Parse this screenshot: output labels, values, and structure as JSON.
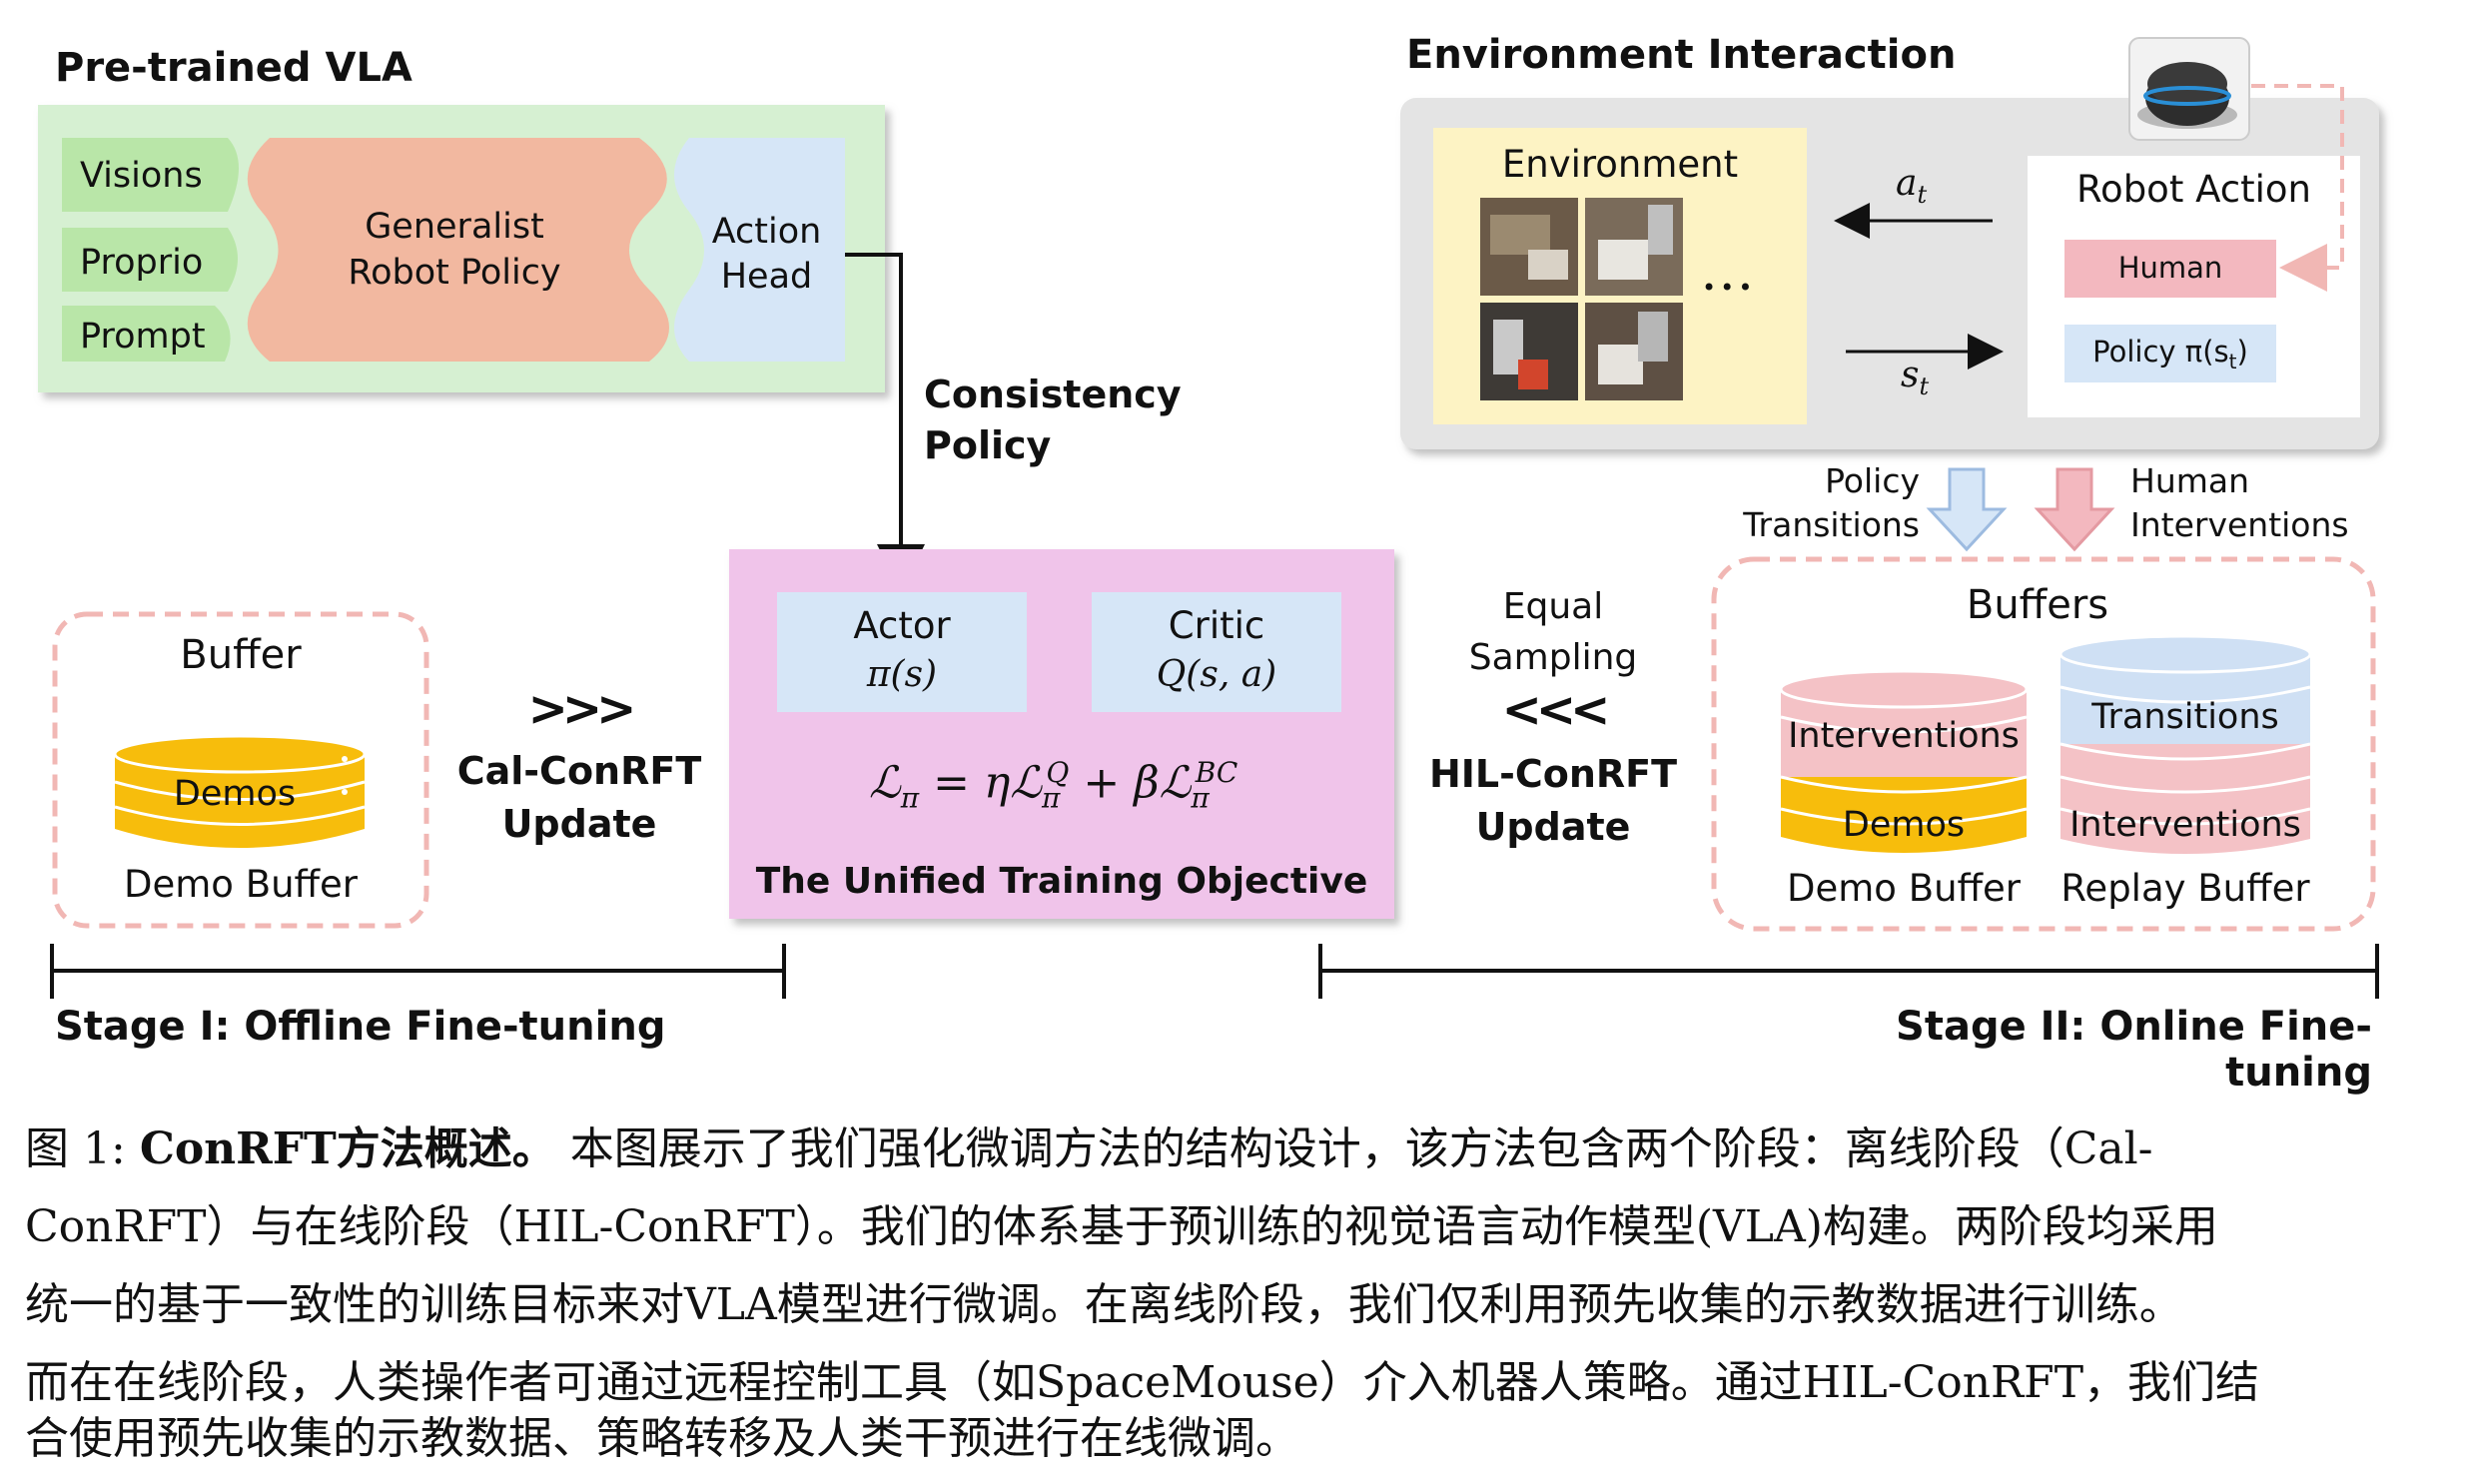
{
  "vla": {
    "title": "Pre-trained VLA",
    "inputs": [
      "Visions",
      "Proprio",
      "Prompt"
    ],
    "policy_line1": "Generalist",
    "policy_line2": "Robot Policy",
    "head_line1": "Action",
    "head_line2": "Head"
  },
  "consistency": {
    "line1": "Consistency",
    "line2": "Policy"
  },
  "env": {
    "title": "Environment Interaction",
    "environment_label": "Environment",
    "ellipsis": "•••",
    "action_symbol": "a",
    "action_sub": "t",
    "state_symbol": "s",
    "state_sub": "t",
    "robot_action_title": "Robot Action",
    "human_label": "Human",
    "policy_label": "Policy π(s",
    "policy_sub": "t",
    "policy_close": ")"
  },
  "flow": {
    "policy_transitions_1": "Policy",
    "policy_transitions_2": "Transitions",
    "human_interventions_1": "Human",
    "human_interventions_2": "Interventions"
  },
  "offline_buffer": {
    "title": "Buffer",
    "cyl_label": "Demos",
    "caption": "Demo Buffer"
  },
  "cal_update": {
    "arrows": ">>>",
    "line1": "Cal-ConRFT",
    "line2": "Update"
  },
  "objective": {
    "actor_1": "Actor",
    "actor_2": "π(s)",
    "critic_1": "Critic",
    "critic_2": "Q(s, a)",
    "title": "The Unified Training Objective"
  },
  "hil_update": {
    "eq_1": "Equal",
    "eq_2": "Sampling",
    "arrows": "<<<",
    "line1": "HIL-ConRFT",
    "line2": "Update"
  },
  "online_buffers": {
    "title": "Buffers",
    "demo_top": "Interventions",
    "demo_bottom": "Demos",
    "demo_caption": "Demo Buffer",
    "replay_top": "Transitions",
    "replay_bottom": "Interventions",
    "replay_caption": "Replay Buffer"
  },
  "stages": {
    "stage1": "Stage I: Offline Fine-tuning",
    "stage2": "Stage II: Online Fine-tuning"
  },
  "caption": {
    "label": "图 1:",
    "bold": "ConRFT方法概述。",
    "line1": "本图展示了我们强化微调方法的结构设计，该方法包含两个阶段：离线阶段（Cal-",
    "line2": "ConRFT）与在线阶段（HIL-ConRFT）。我们的体系基于预训练的视觉语言动作模型(VLA)构建。两阶段均采用",
    "line3": "统一的基于一致性的训练目标来对VLA模型进行微调。在离线阶段，我们仅利用预先收集的示教数据进行训练。",
    "line4": "而在在线阶段，人类操作者可通过远程控制工具（如SpaceMouse）介入机器人策略。通过HIL-ConRFT，我们结",
    "line5": "合使用预先收集的示教数据、策略转移及人类干预进行在线微调。"
  },
  "colors": {
    "vla_bg": "#d6f0d2",
    "green_tab": "#b9e6a8",
    "salmon": "#f2b8a0",
    "light_blue": "#d6e6f7",
    "pink_obj": "#f0c4ea",
    "env_gray": "#e4e4e4",
    "env_yellow": "#fdf3c4",
    "human_pink": "#f3b8bf",
    "dashed_pink": "#f1b7b4",
    "gold": "#f7bd0c",
    "cyl_pink": "#f4c2c6",
    "cyl_blue": "#cfe0f4"
  }
}
